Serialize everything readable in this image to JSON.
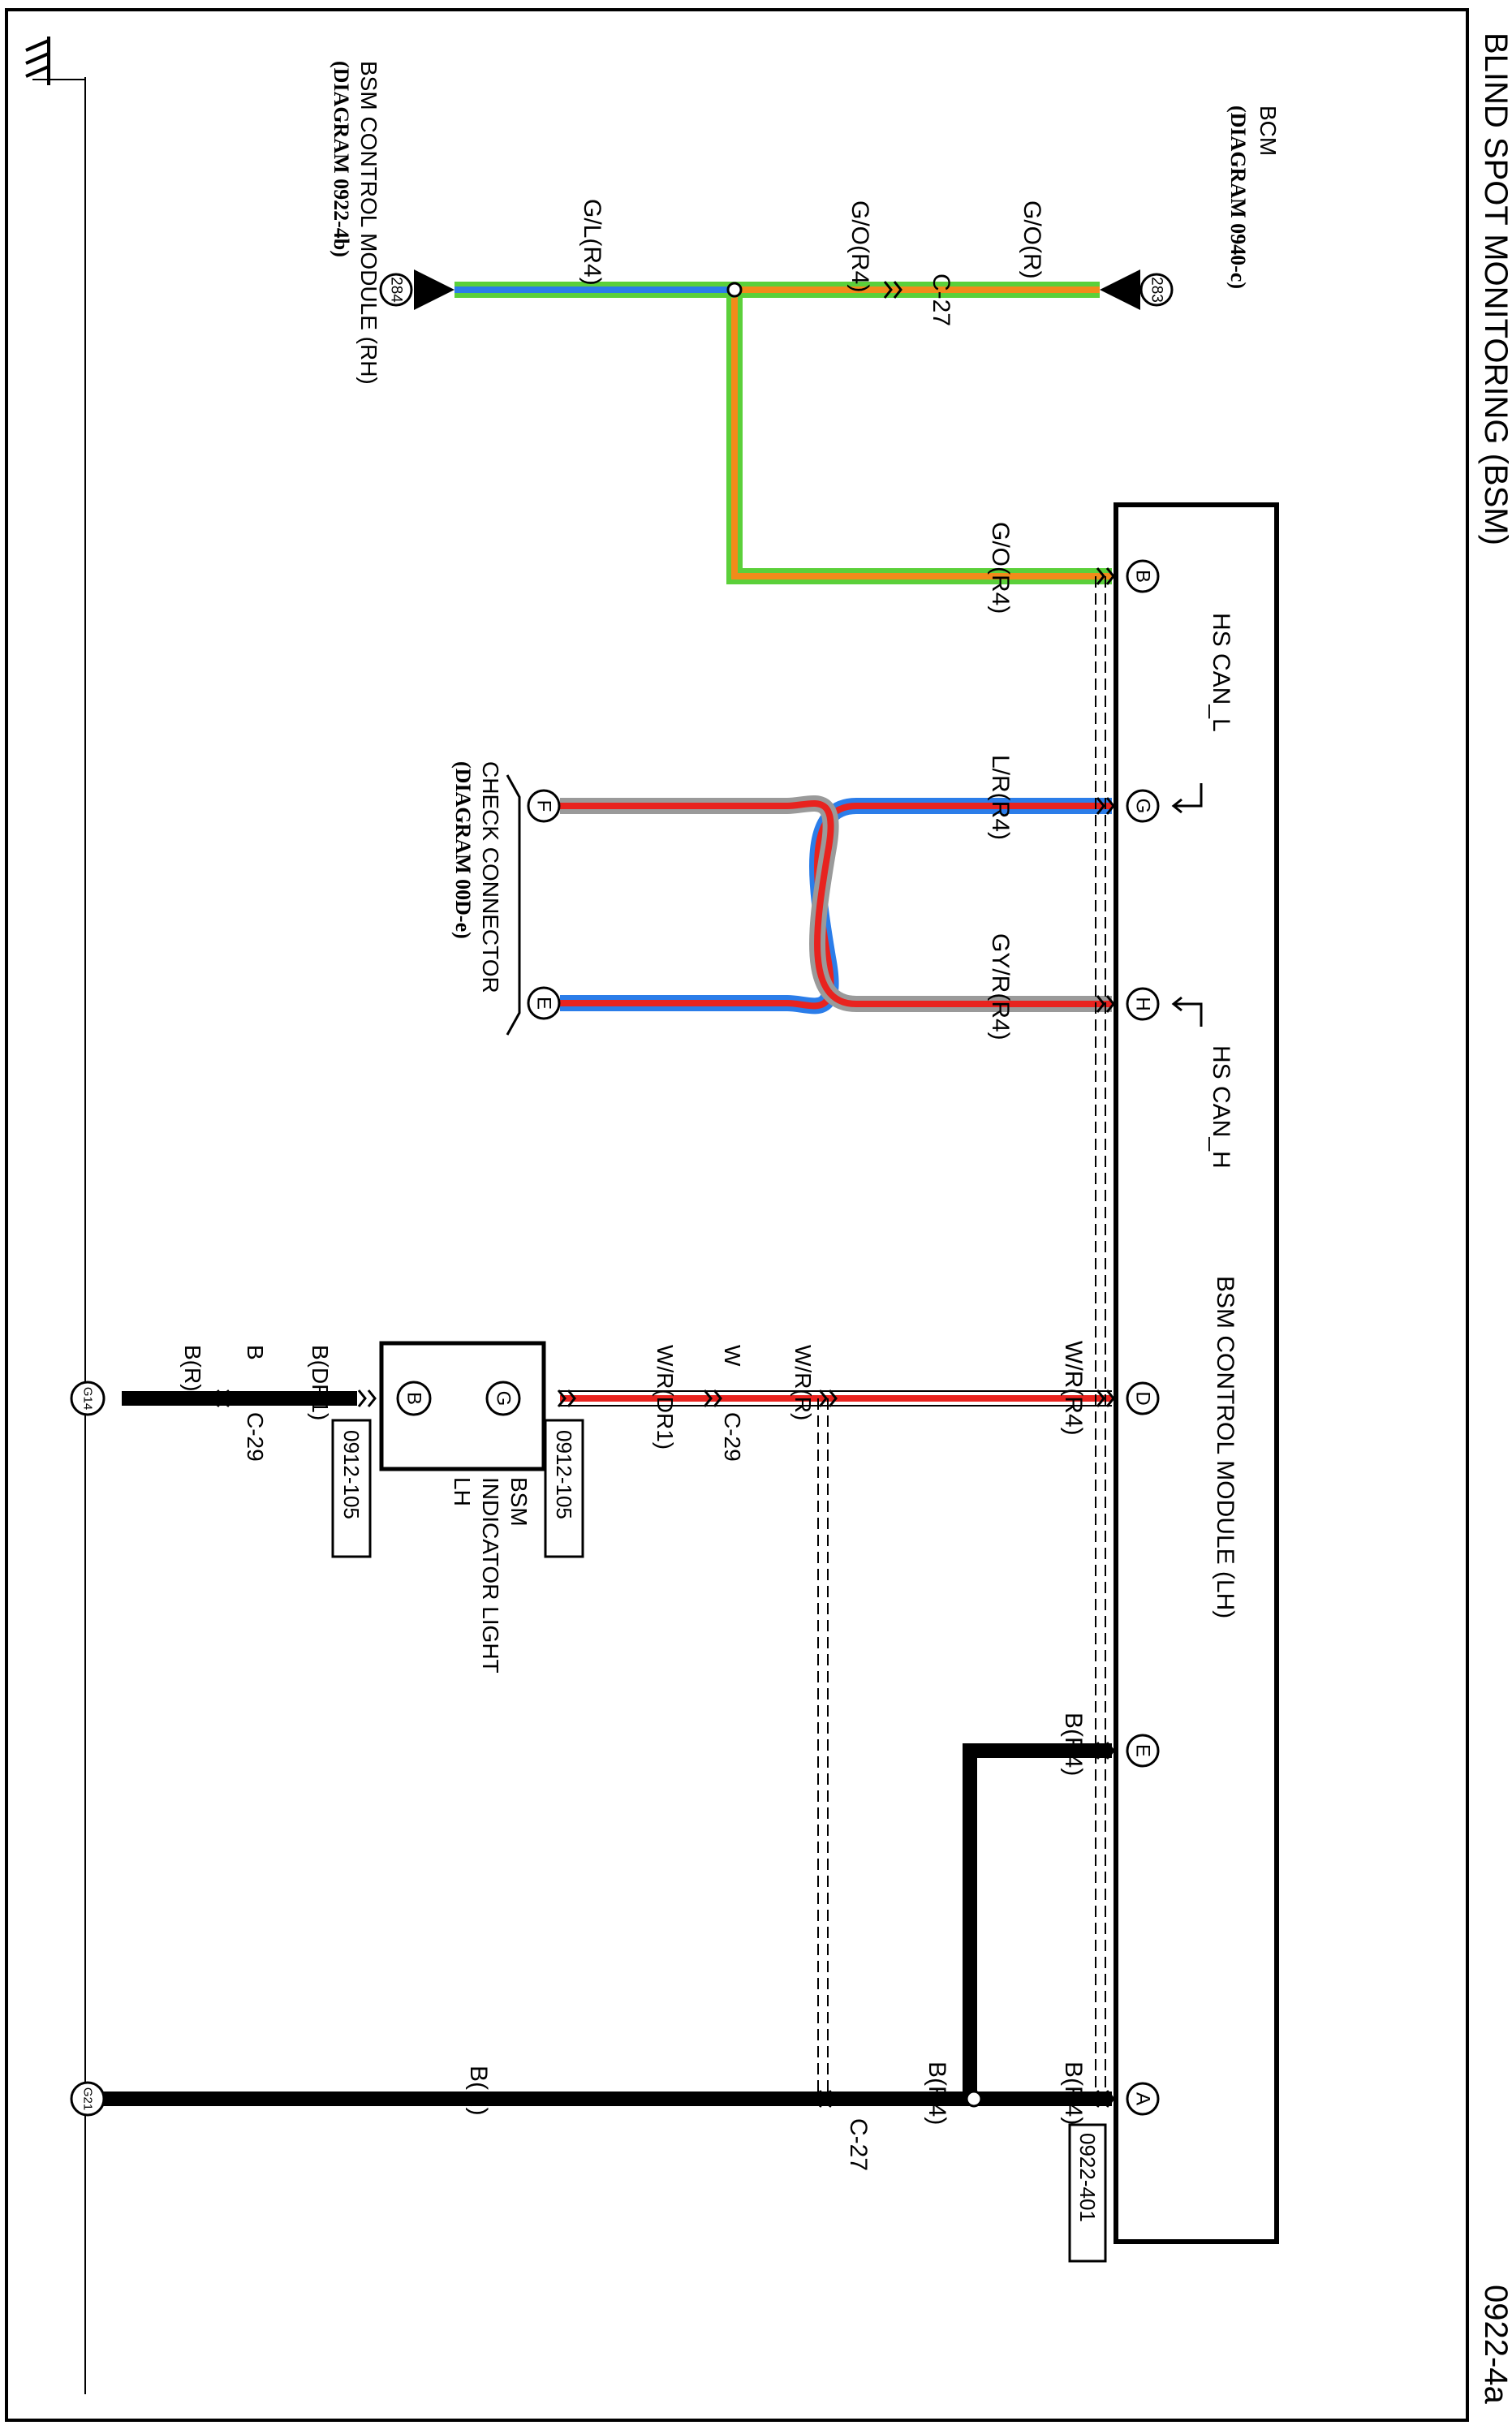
{
  "title": "BLIND SPOT MONITORING (BSM)",
  "diagram_number": "0922-4a",
  "colors": {
    "red": "#e8231f",
    "blue": "#2b7de9",
    "green": "#5bd03a",
    "orange": "#f28b1a",
    "gray": "#9a9a9a",
    "black": "#000000",
    "white": "#ffffff"
  },
  "bcm": {
    "name": "BCM",
    "ref": "(DIAGRAM 0940-c)",
    "pin": "283",
    "wire_left": "G/O(R)",
    "wire_right": "G/O(R4)",
    "connector": "C-27"
  },
  "bsm_rh": {
    "name": "BSM CONTROL MODULE (RH)",
    "ref": "(DIAGRAM 0922-4b)",
    "pin": "284",
    "wire": "G/L(R4)"
  },
  "check_connector": {
    "name": "CHECK CONNECTOR",
    "ref": "(DIAGRAM 00D-e)",
    "pin_f": "F",
    "pin_e": "E"
  },
  "bsm_lh": {
    "name": "BSM CONTROL MODULE (LH)",
    "connector_ref": "0922-401",
    "pins": {
      "b": {
        "label": "B",
        "wire": "G/O(R4)"
      },
      "g": {
        "label": "G",
        "wire": "L/R(R4)",
        "signal": "HS CAN_L"
      },
      "h": {
        "label": "H",
        "wire": "GY/R(R4)",
        "signal": "HS CAN_H"
      },
      "d": {
        "label": "D",
        "wire": "W/R(R4)"
      },
      "e": {
        "label": "E",
        "wire": "B(R4)"
      },
      "a": {
        "label": "A",
        "wire": "B(R4)"
      }
    }
  },
  "indicator": {
    "name_line1": "BSM",
    "name_line2": "INDICATOR LIGHT",
    "name_line3": "LH",
    "pin_g": "G",
    "pin_b": "B",
    "ref_g": "0912-105",
    "ref_b": "0912-105",
    "wire_g1": "W/R(R)",
    "wire_g2": "W",
    "wire_g3": "W/R(DR1)",
    "connector_g": "C-29",
    "wire_b1": "B(DR1)",
    "wire_b2": "B",
    "wire_b3": "B(R)",
    "connector_b": "C-29"
  },
  "ground": {
    "g14": "G14",
    "g21": "G21",
    "wire_a1": "B(R4)",
    "wire_a2": "B(R)",
    "connector_a": "C-27"
  }
}
